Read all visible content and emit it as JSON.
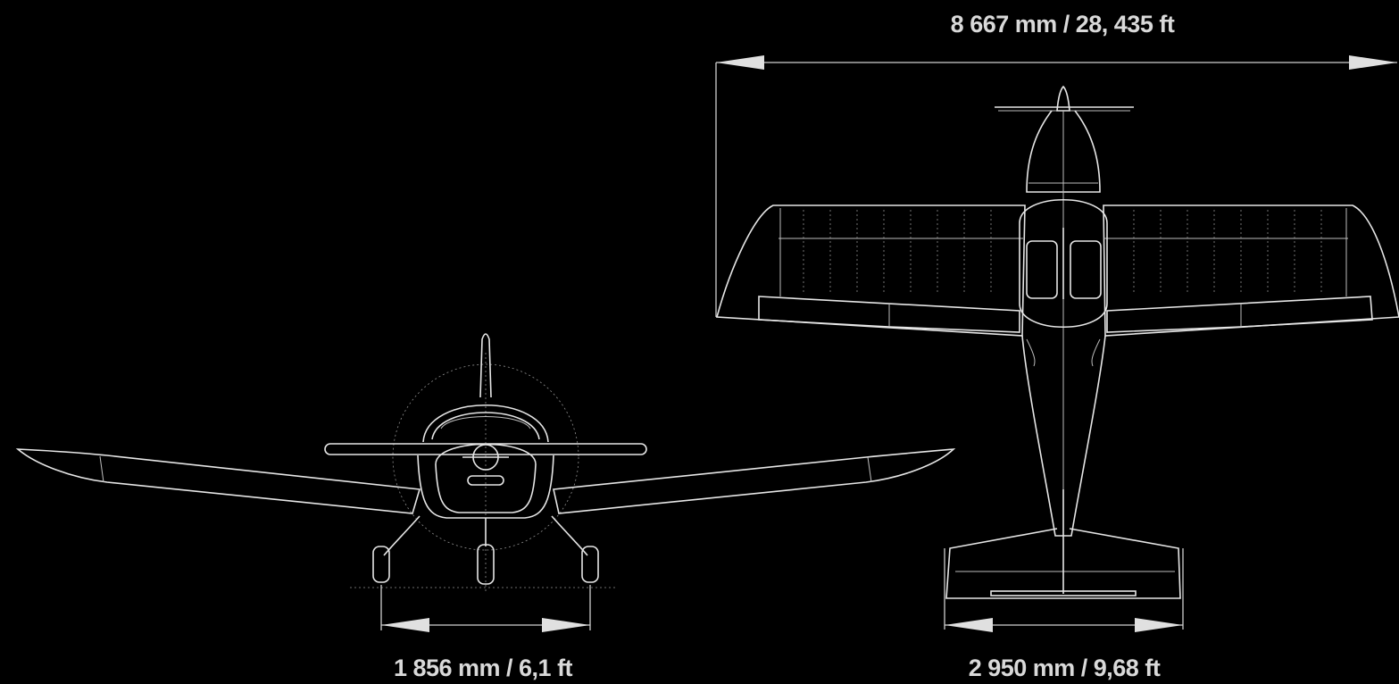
{
  "dimensions": {
    "wingspan_label": "8 667 mm / 28, 435 ft",
    "wheel_track_label": "1 856 mm / 6,1 ft",
    "tail_span_label": "2 950 mm / 9,68 ft"
  },
  "colors": {
    "background": "#000000",
    "line": "#e6e6e6",
    "text": "#d9d9d9"
  }
}
